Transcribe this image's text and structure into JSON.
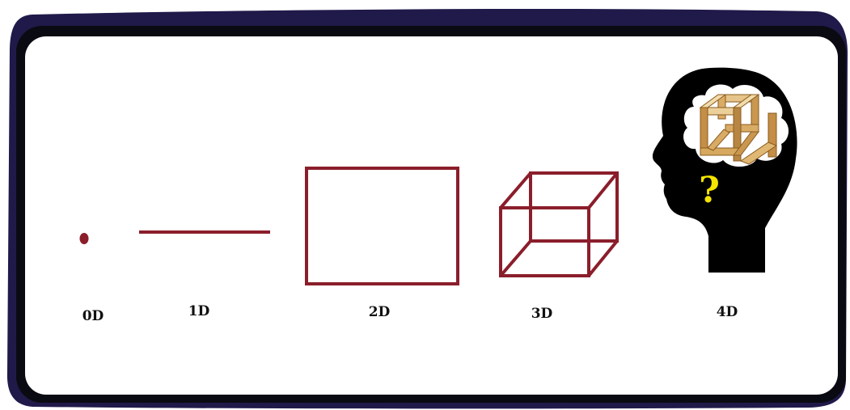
{
  "colors": {
    "frame_outer": "#201a4a",
    "frame_inner": "#0a0a12",
    "panel": "#ffffff",
    "shape_stroke": "#8b1e2b",
    "head": "#000000",
    "cloud": "#ffffff",
    "wood_light": "#e7c58a",
    "wood_dark": "#b78642",
    "question_mark": "#f5e400"
  },
  "dimensions": [
    {
      "id": "0d",
      "label": "0D",
      "shape": "point"
    },
    {
      "id": "1d",
      "label": "1D",
      "shape": "line"
    },
    {
      "id": "2d",
      "label": "2D",
      "shape": "square"
    },
    {
      "id": "3d",
      "label": "3D",
      "shape": "cube"
    },
    {
      "id": "4d",
      "label": "4D",
      "shape": "head-with-impossible-cube"
    }
  ],
  "head_question_mark": "?"
}
